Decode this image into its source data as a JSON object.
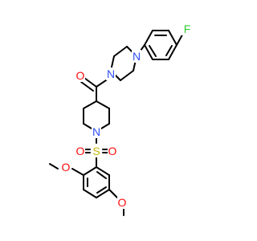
{
  "molecule": {
    "atom_labels": {
      "fluorine": "F",
      "nitrogen_piperazine_top": "N",
      "nitrogen_piperazine_bottom": "N",
      "oxygen_carbonyl": "O",
      "nitrogen_piperidine": "N",
      "sulfur": "S",
      "oxygen_sulfonyl_left": "O",
      "oxygen_sulfonyl_right": "O",
      "oxygen_methoxy_left": "O",
      "oxygen_methoxy_right": "O"
    },
    "colors": {
      "bond": "#000000",
      "fluorine": "#33cc33",
      "nitrogen": "#3050f8",
      "oxygen": "#ff0d0d",
      "sulfur": "#c8b400"
    }
  }
}
